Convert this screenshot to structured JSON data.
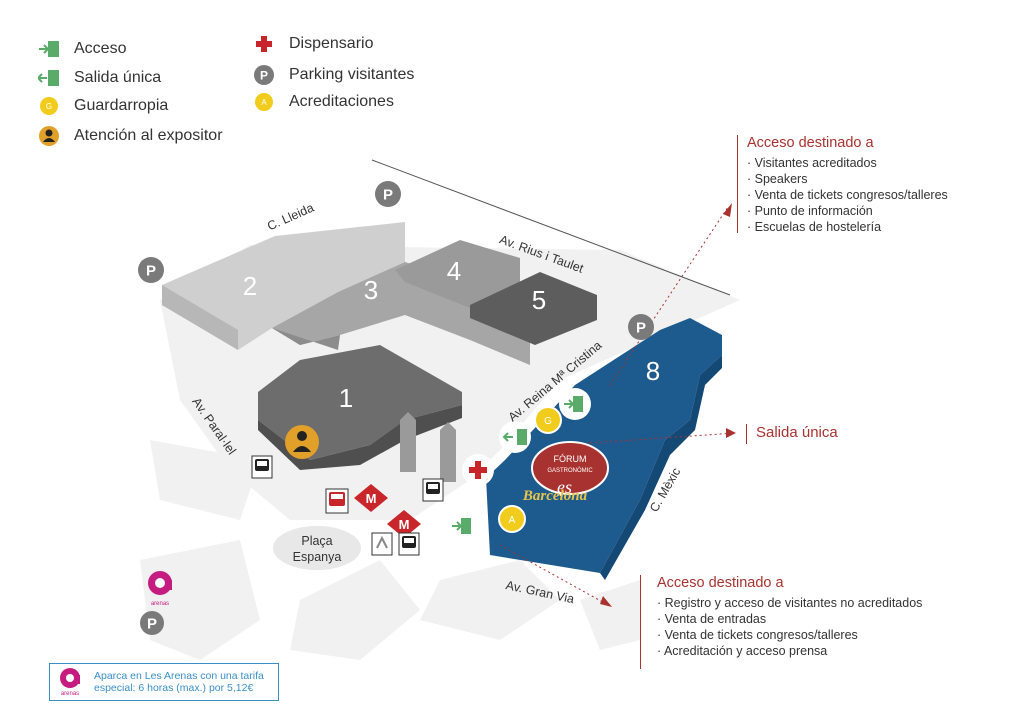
{
  "legend": {
    "left": [
      {
        "label": "Acceso",
        "icon": "access-icon"
      },
      {
        "label": "Salida única",
        "icon": "exit-icon"
      },
      {
        "label": "Guardarropia",
        "icon": "cloakroom-icon",
        "badge": "G"
      },
      {
        "label": "Atención al expositor",
        "icon": "exhibitor-attention-icon"
      }
    ],
    "right": [
      {
        "label": "Dispensario",
        "icon": "first-aid-icon"
      },
      {
        "label": "Parking visitantes",
        "icon": "parking-icon",
        "badge": "P"
      },
      {
        "label": "Acreditaciones",
        "icon": "accreditation-icon",
        "badge": "A"
      }
    ]
  },
  "halls": [
    "1",
    "2",
    "3",
    "4",
    "5",
    "8"
  ],
  "streets": {
    "lleida": "C. Lleida",
    "rius": "Av. Rius i Taulet",
    "reina": "Av. Reina Mª Cristina",
    "parallel": "Av. Paral·lel",
    "mexic": "C. Mèxic",
    "granvia": "Av. Gran Via"
  },
  "plaza": {
    "line1": "Plaça",
    "line2": "Espanya"
  },
  "badges": {
    "parking": "P",
    "metro": "M",
    "guard": "G",
    "accred": "A"
  },
  "logo": {
    "line1": "FÓRUM",
    "line2": "GASTRONÒMIC",
    "line3": "Barcelona"
  },
  "callout_top": {
    "title": "Acceso destinado a",
    "lines": [
      "· Visitantes acreditados",
      "· Speakers",
      "· Venta de tickets congresos/talleres",
      "· Punto de información",
      "· Escuelas de hostelería"
    ]
  },
  "callout_exit": {
    "title": "Salida única"
  },
  "callout_bottom": {
    "title": "Acceso destinado a",
    "lines": [
      "· Registro y acceso de visitantes no acreditados",
      "· Venta de entradas",
      "· Venta de tickets congresos/talleres",
      "· Acreditación y acceso prensa"
    ]
  },
  "arenas": {
    "logo_text": "arenas",
    "note_line1": "Aparca en Les Arenas con una tarifa",
    "note_line2": "especial: 6 horas (max.) por 5,12€"
  },
  "colors": {
    "accent_red": "#a8322f",
    "hall8_blue": "#1d5a8e",
    "access_green": "#5aaa6a",
    "parking_grey": "#7a7a7a",
    "yellow": "#f2cc1c",
    "metro_red": "#c8262b",
    "arenas_magenta": "#c41d7f"
  }
}
